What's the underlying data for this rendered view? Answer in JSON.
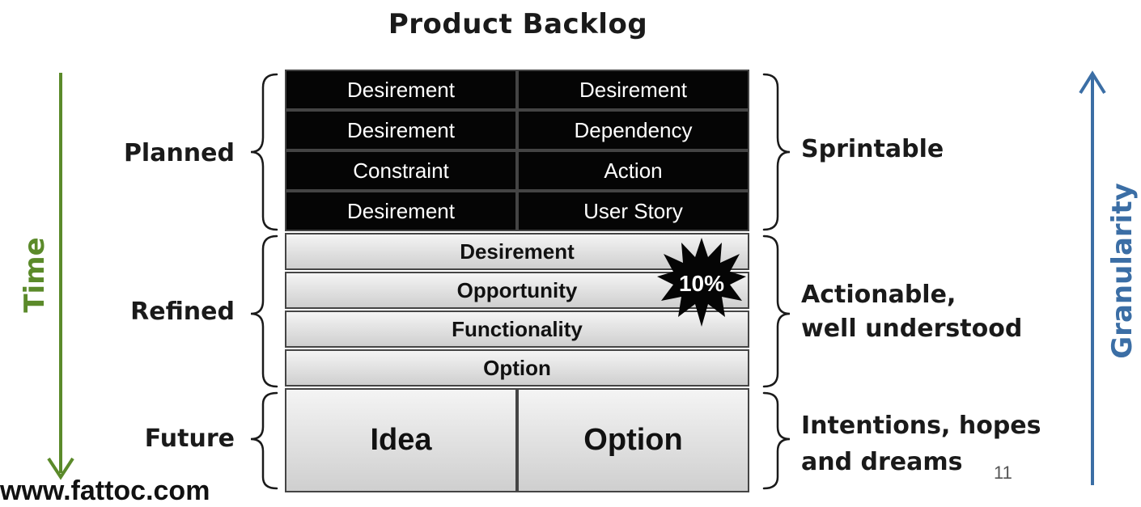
{
  "title": "Product Backlog",
  "left_axis": {
    "label": "Time",
    "color": "#5b8a2a"
  },
  "right_axis": {
    "label": "Granularity",
    "color": "#3b6ea5"
  },
  "sections": {
    "planned": {
      "label": "Planned",
      "description": "Sprintable",
      "rows": [
        [
          "Desirement",
          "Desirement"
        ],
        [
          "Desirement",
          "Dependency"
        ],
        [
          "Constraint",
          "Action"
        ],
        [
          "Desirement",
          "User Story"
        ]
      ]
    },
    "refined": {
      "label": "Refined",
      "description_line1": "Actionable,",
      "description_line2": "well understood",
      "rows": [
        "Desirement",
        "Opportunity",
        "Functionality",
        "Option"
      ]
    },
    "future": {
      "label": "Future",
      "description_line1": "Intentions, hopes",
      "description_line2": "and dreams",
      "cells": [
        "Idea",
        "Option"
      ]
    }
  },
  "badge": {
    "text": "10%"
  },
  "footer": {
    "url": "www.fattoc.com"
  },
  "page_number": "11"
}
